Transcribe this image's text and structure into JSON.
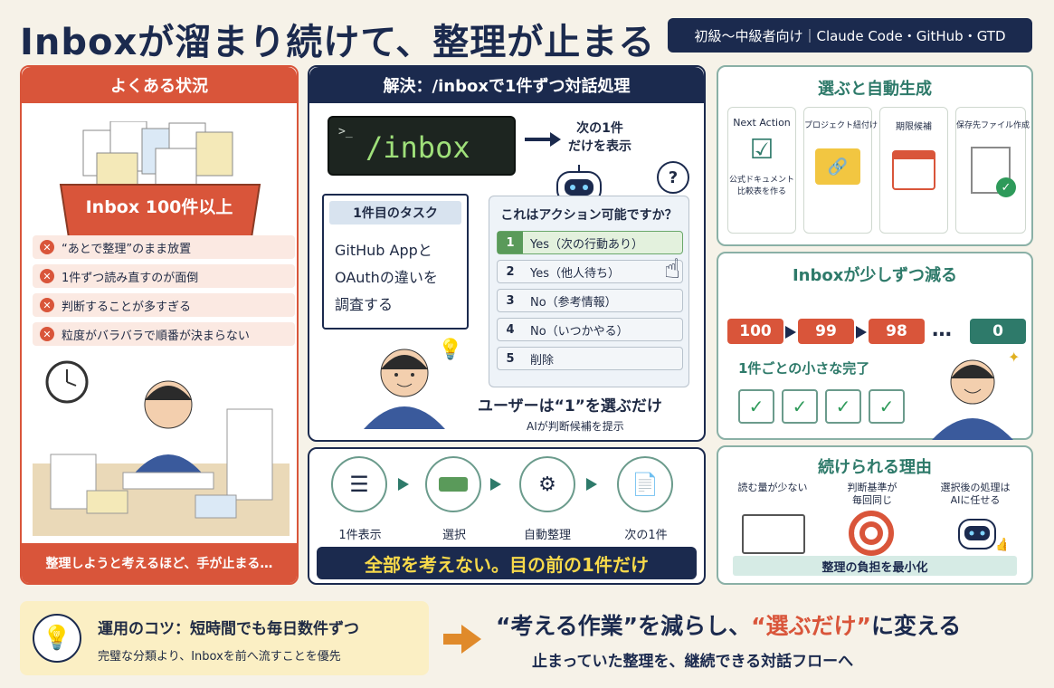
{
  "header": {
    "title": "Inboxが溜まり続けて、整理が止まる",
    "tagline": "初級〜中級者向け｜Claude Code・GitHub・GTD"
  },
  "situation": {
    "heading": "よくある状況",
    "inbox_label": "Inbox 100件以上",
    "problems": [
      "“あとで整理”のまま放置",
      "1件ずつ読み直すのが面倒",
      "判断することが多すぎる",
      "粒度がバラバラで順番が決まらない"
    ],
    "footer": "整理しようと考えるほど、手が止まる…"
  },
  "solution": {
    "heading": "解決：/inboxで1件ずつ対話処理",
    "command": "/inbox",
    "next_note": "次の1件\nだけを表示",
    "task_heading": "1件目のタスク",
    "task_text": "GitHub Appと\nOAuthの違いを\n調査する",
    "question": "これはアクション可能ですか？",
    "question_mark": "?",
    "options": [
      {
        "num": "1",
        "label": "Yes（次の行動あり）"
      },
      {
        "num": "2",
        "label": "Yes（他人待ち）"
      },
      {
        "num": "3",
        "label": "No（参考情報）"
      },
      {
        "num": "4",
        "label": "No（いつかやる）"
      },
      {
        "num": "5",
        "label": "削除"
      }
    ],
    "user_note": "ユーザーは“1”を選ぶだけ",
    "ai_note": "AIが判断候補を提示"
  },
  "flow": {
    "steps": [
      "1件表示",
      "選択",
      "自動整理",
      "次の1件"
    ],
    "banner": "全部を考えない。目の前の1件だけ"
  },
  "auto": {
    "heading": "選ぶと自動生成",
    "cards": [
      {
        "label": "Next Action",
        "caption": "公式ドキュメント\n比較表を作る"
      },
      {
        "label": "プロジェクト紐付け",
        "caption": ""
      },
      {
        "label": "期限候補",
        "caption": ""
      },
      {
        "label": "保存先ファイル作成",
        "caption": ""
      }
    ]
  },
  "reduce": {
    "heading": "Inboxが少しずつ減る",
    "counts": [
      "100",
      "99",
      "98",
      "0"
    ],
    "ellipsis": "…",
    "done_label": "1件ごとの小さな完了"
  },
  "reasons": {
    "heading": "続けられる理由",
    "items": [
      "読む量が少ない",
      "判断基準が\n毎回同じ",
      "選択後の処理は\nAIに任せる"
    ],
    "footer": "整理の負担を最小化"
  },
  "tip": {
    "title": "運用のコツ：短時間でも毎日数件ずつ",
    "text": "完璧な分類より、Inboxを前へ流すことを優先"
  },
  "conclusion": {
    "main_a": "“考える作業”を減らし、",
    "main_b": "“選ぶだけ”",
    "main_c": "に変える",
    "sub": "止まっていた整理を、継続できる対話フローへ"
  },
  "colors": {
    "navy": "#1b2a4e",
    "red": "#d9553a",
    "teal": "#2e7a6a",
    "yellow": "#f7d94a"
  }
}
